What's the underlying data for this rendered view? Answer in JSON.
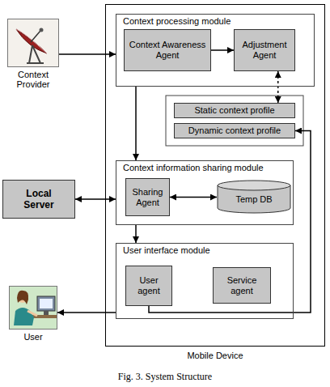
{
  "diagram": {
    "caption": "Fig. 3. System Structure",
    "nodes": [
      {
        "text": [
          "Mobile Device"
        ]
      },
      {
        "text": [
          "Context Provider"
        ]
      },
      {
        "text": [
          "Context processing module"
        ],
        "in": 0
      },
      {
        "text": [
          "Context Awareness Agent"
        ],
        "in": 2
      },
      {
        "text": [
          "Adjustment Agent"
        ],
        "in": 2
      },
      {
        "text": [
          "Static context profile"
        ],
        "in": 0
      },
      {
        "text": [
          "Dynamic context profile"
        ],
        "in": 0
      },
      {
        "text": [
          "Local Server"
        ]
      },
      {
        "text": [
          "Context information sharing module"
        ],
        "in": 0
      },
      {
        "text": [
          "Sharing Agent"
        ],
        "in": 8
      },
      {
        "text": [
          "Temp DB"
        ],
        "in": 8
      },
      {
        "text": [
          "User interface module"
        ],
        "in": 0
      },
      {
        "text": [
          "User agent"
        ],
        "in": 11
      },
      {
        "text": [
          "Service agent"
        ],
        "in": 11
      },
      {
        "text": [
          "User"
        ]
      }
    ],
    "edges": [
      {
        "from": 1,
        "to": 2,
        "arrow": "to"
      },
      {
        "from": 3,
        "to": 4,
        "arrow": "to"
      },
      {
        "from": 4,
        "to": 5,
        "arrow": "both"
      },
      {
        "from": 2,
        "to": 8,
        "arrow": "to"
      },
      {
        "from": 7,
        "to": 8,
        "arrow": "both"
      },
      {
        "from": 9,
        "to": 10,
        "arrow": "both"
      },
      {
        "from": 8,
        "to": 11,
        "arrow": "to"
      },
      {
        "from": 11,
        "to": 14,
        "arrow": "to"
      },
      {
        "from": 12,
        "to": 6,
        "arrow": "to"
      }
    ]
  }
}
